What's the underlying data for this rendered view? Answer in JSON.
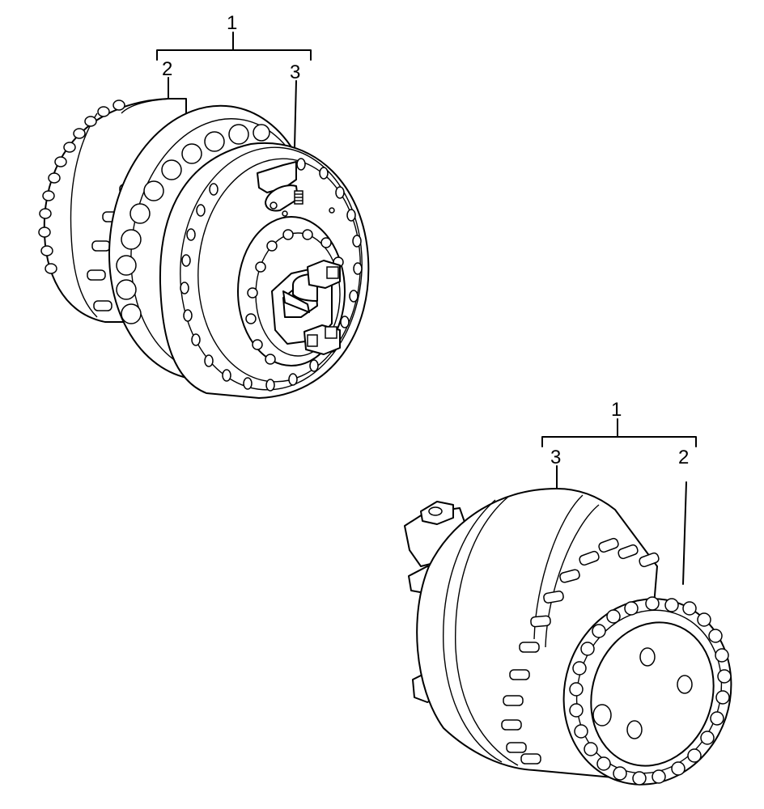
{
  "assembly_top": {
    "callouts": {
      "group": "1",
      "left": "2",
      "right": "3"
    }
  },
  "assembly_bottom": {
    "callouts": {
      "group": "1",
      "left": "3",
      "right": "2"
    }
  }
}
